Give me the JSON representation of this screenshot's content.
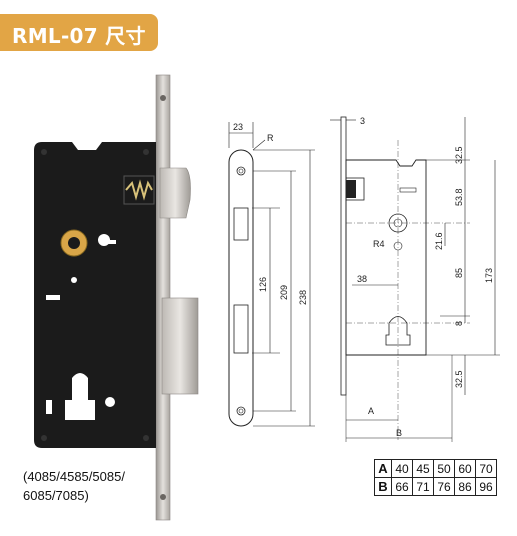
{
  "header": {
    "title": "RML-07 尺寸"
  },
  "models": {
    "line1": "(4085/4585/5085/",
    "line2": "6085/7085)"
  },
  "front_dims": {
    "d23": "23",
    "dR": "R",
    "d126": "126",
    "d209": "209",
    "d238": "238"
  },
  "side_dims": {
    "d3": "3",
    "d32a": "32.5",
    "d53": "53.8",
    "d21": "21.6",
    "dR4": "R4",
    "d85": "85",
    "d173": "173",
    "d38": "38",
    "d8": "8",
    "d32b": "32.5",
    "dA": "A",
    "dB": "B"
  },
  "table": {
    "rows": [
      {
        "label": "A",
        "values": [
          "40",
          "45",
          "50",
          "60",
          "70"
        ]
      },
      {
        "label": "B",
        "values": [
          "66",
          "71",
          "76",
          "86",
          "96"
        ]
      }
    ]
  },
  "colors": {
    "badge": "#e2a545",
    "lock_body": "#1a1a1a",
    "faceplate": "#c8c4c0"
  }
}
